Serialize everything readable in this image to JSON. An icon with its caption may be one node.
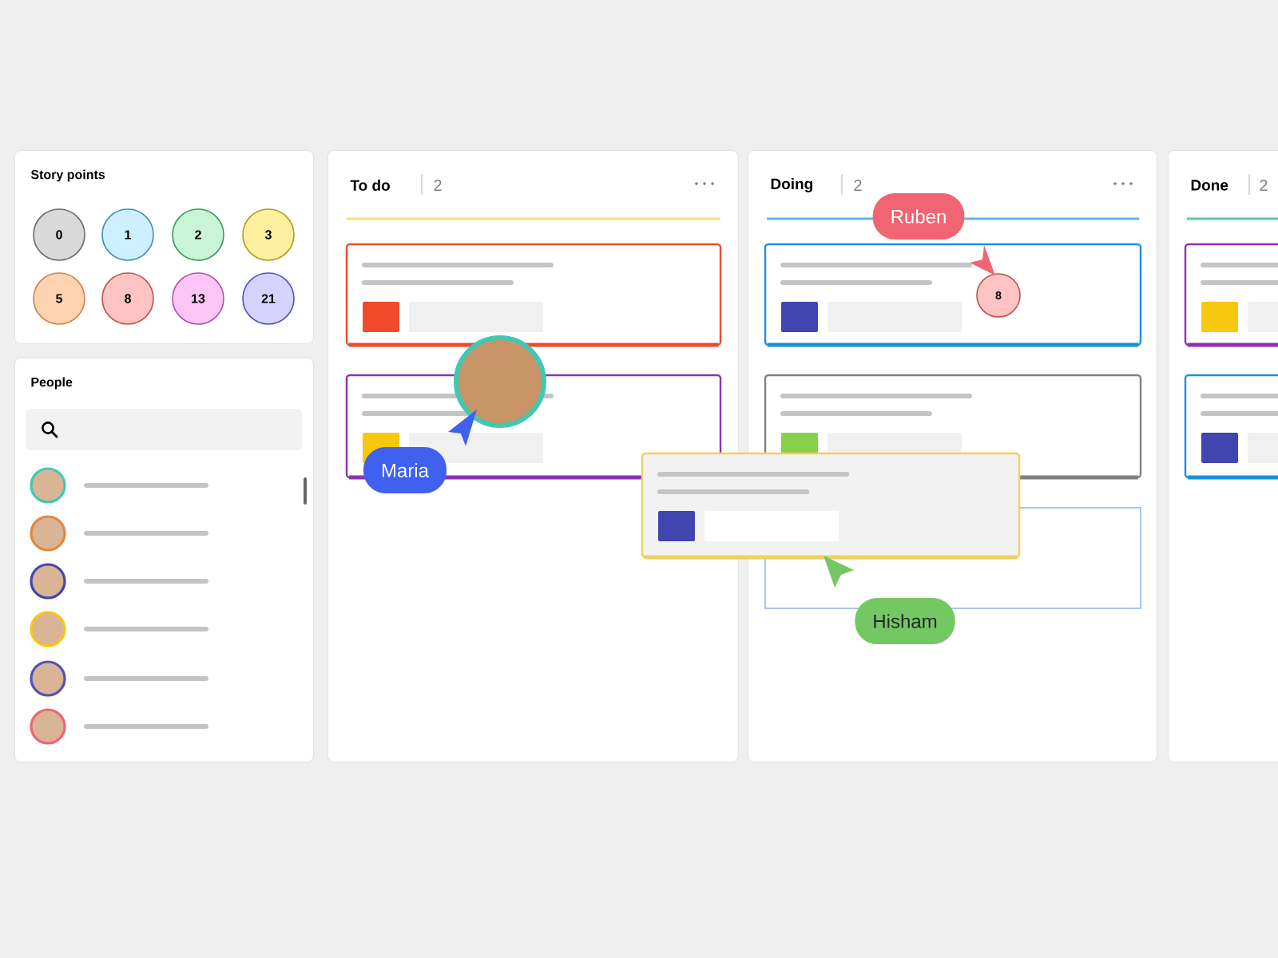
{
  "diagram": {
    "nodes": [
      {
        "text": [
          "Story points"
        ]
      },
      {
        "text": [
          "0"
        ],
        "in": 0
      },
      {
        "text": [
          "1"
        ],
        "in": 0
      },
      {
        "text": [
          "2"
        ],
        "in": 0
      },
      {
        "text": [
          "3"
        ],
        "in": 0
      },
      {
        "text": [
          "5"
        ],
        "in": 0
      },
      {
        "text": [
          "8"
        ],
        "in": 0
      },
      {
        "text": [
          "13"
        ],
        "in": 0
      },
      {
        "text": [
          "21"
        ],
        "in": 0
      },
      {
        "text": [
          "People"
        ]
      },
      {
        "text": [
          "To do",
          "2"
        ]
      },
      {
        "text": [
          "Doing",
          "2"
        ]
      },
      {
        "text": [
          "Done",
          "2"
        ]
      },
      {
        "text": [
          "Maria"
        ],
        "in": 10
      },
      {
        "text": [
          "Ruben"
        ],
        "in": 11
      },
      {
        "text": [
          "8"
        ],
        "in": 11
      },
      {
        "text": [
          "Hisham"
        ],
        "in": 11
      }
    ]
  }
}
